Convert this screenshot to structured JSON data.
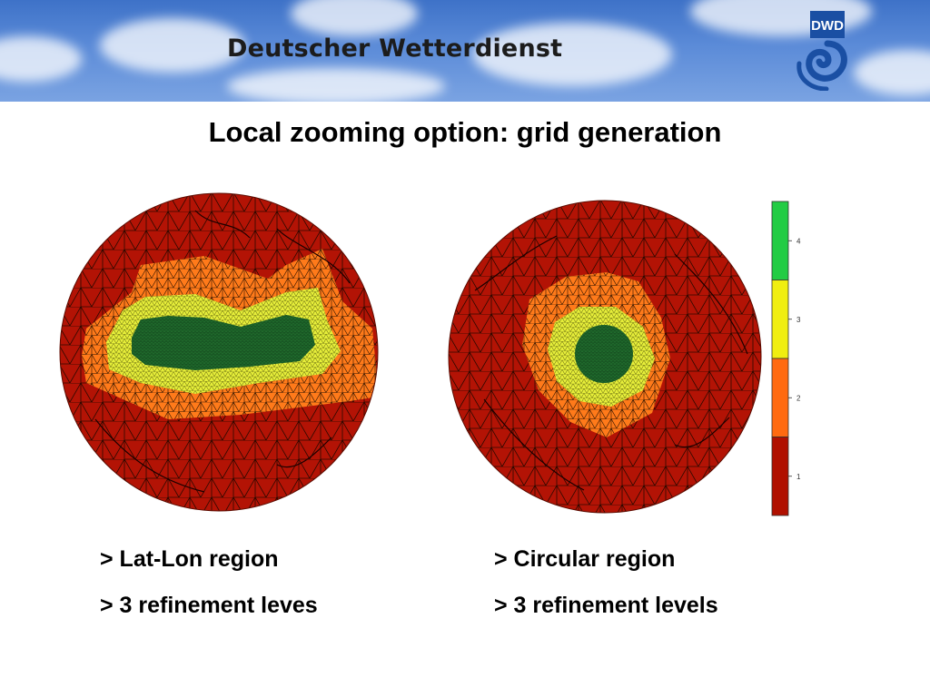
{
  "header": {
    "brand_title": "Deutscher Wetterdienst",
    "logo_text": "DWD",
    "colors": {
      "sky": "#5b8bd8",
      "logo_blue": "#1a4fa3"
    }
  },
  "slide_title": "Local zooming option: grid generation",
  "figures": {
    "left": {
      "region_type": "lat-lon",
      "caption_region": "> Lat-Lon region",
      "caption_levels": "> 3 refinement leves"
    },
    "right": {
      "region_type": "circular",
      "caption_region": "> Circular region",
      "caption_levels": "> 3 refinement levels"
    }
  },
  "colorbar": {
    "levels": [
      {
        "value": "4",
        "color": "#22cc44"
      },
      {
        "value": "3",
        "color": "#f0ee10"
      },
      {
        "value": "2",
        "color": "#ff6a10"
      },
      {
        "value": "1",
        "color": "#b01000"
      }
    ]
  },
  "refinement_colors": {
    "level1": "#b31305",
    "level2": "#ff7a1a",
    "level3": "#e6ee3a",
    "level4": "#1f6a2c"
  }
}
